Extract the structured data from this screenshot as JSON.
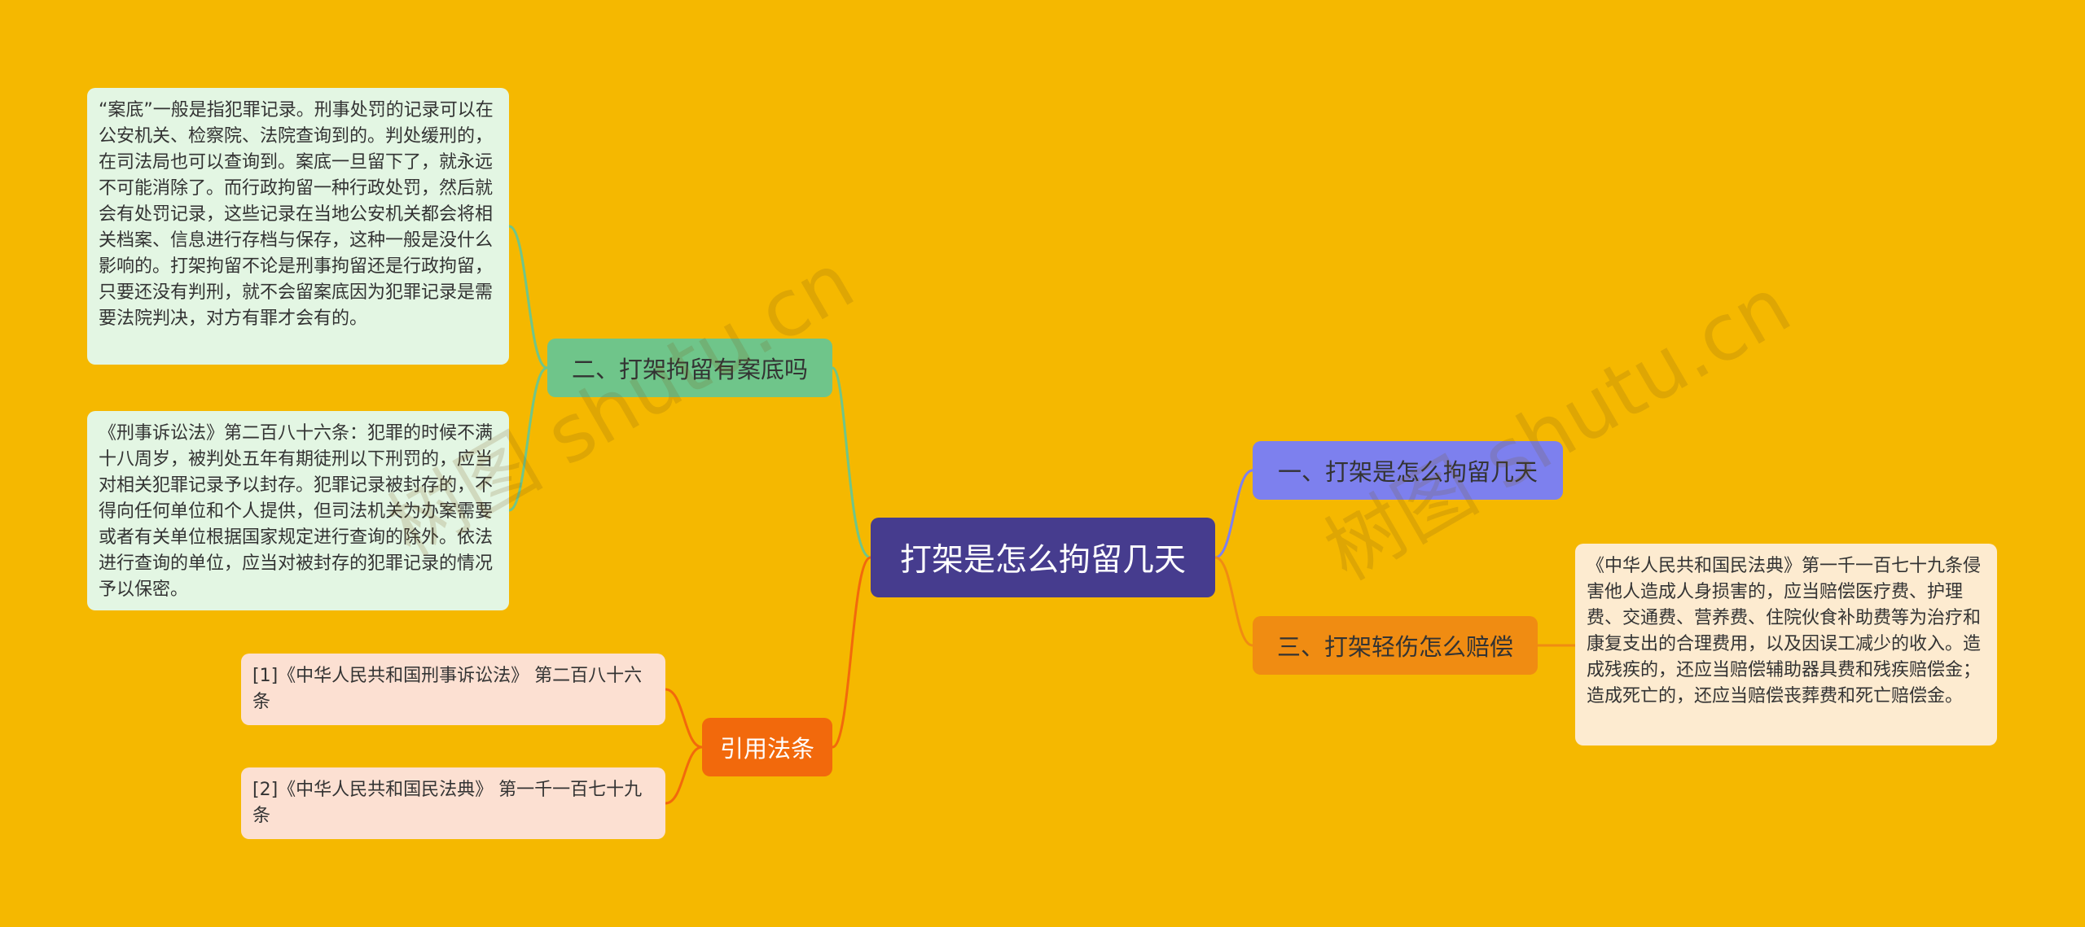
{
  "center": {
    "label": "打架是怎么拘留几天"
  },
  "branches": {
    "criminal_record": {
      "label": "二、打架拘留有案底吗"
    },
    "detention_days": {
      "label": "一、打架是怎么拘留几天"
    },
    "compensation": {
      "label": "三、打架轻伤怎么赔偿"
    },
    "cited_laws": {
      "label": "引用法条"
    }
  },
  "leaves": {
    "criminal_record_1": "“案底”一般是指犯罪记录。刑事处罚的记录可以在公安机关、检察院、法院查询到的。判处缓刑的，在司法局也可以查询到。案底一旦留下了，就永远不可能消除了。而行政拘留一种行政处罚，然后就会有处罚记录，这些记录在当地公安机关都会将相关档案、信息进行存档与保存，这种一般是没什么影响的。打架拘留不论是刑事拘留还是行政拘留，只要还没有判刑，就不会留案底因为犯罪记录是需要法院判决，对方有罪才会有的。",
    "criminal_record_2": "《刑事诉讼法》第二百八十六条：犯罪的时候不满十八周岁，被判处五年有期徒刑以下刑罚的，应当对相关犯罪记录予以封存。犯罪记录被封存的，不得向任何单位和个人提供，但司法机关为办案需要或者有关单位根据国家规定进行查询的除外。依法进行查询的单位，应当对被封存的犯罪记录的情况予以保密。",
    "compensation_1": "《中华人民共和国民法典》第一千一百七十九条侵害他人造成人身损害的，应当赔偿医疗费、护理费、交通费、营养费、住院伙食补助费等为治疗和康复支出的合理费用，以及因误工减少的收入。造成残疾的，还应当赔偿辅助器具费和残疾赔偿金；造成死亡的，还应当赔偿丧葬费和死亡赔偿金。",
    "cited_1": "[1]《中华人民共和国刑事诉讼法》 第二百八十六条",
    "cited_2": "[2]《中华人民共和国民法典》 第一千一百七十九条"
  },
  "watermark": "树图 shutu.cn",
  "colors": {
    "background": "#F5B800",
    "center": "#463C8E",
    "green": "#6FC58A",
    "purple": "#7D80EE",
    "orange": "#F08C12",
    "red": "#F2690C"
  }
}
